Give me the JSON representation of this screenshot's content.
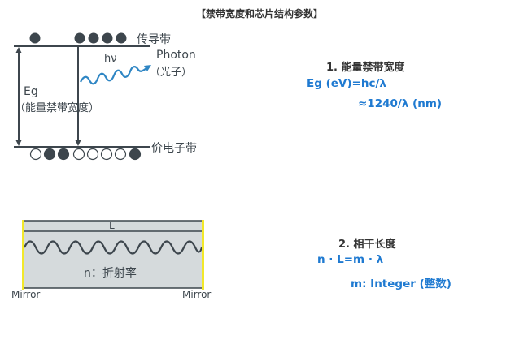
{
  "title": "【禁带宽度和芯片结构参数】",
  "bandgap_diagram": {
    "conduction_band_label": "传导带",
    "valence_band_label": "价电子带",
    "photon_energy_label": "hν",
    "photon_label": "Photon",
    "photon_cn_label": "（光子）",
    "eg_label": "Eg",
    "eg_cn_label": "（能量禁带宽度）",
    "conduction_electrons": [
      true,
      false,
      false,
      true,
      true,
      true,
      true
    ],
    "valence_holes": [
      false,
      true,
      true,
      false,
      false,
      false,
      false,
      false,
      true
    ]
  },
  "cavity_diagram": {
    "length_label": "L",
    "refractive_label": "n：折射率",
    "mirror_left_label": "Mirror",
    "mirror_right_label": "Mirror"
  },
  "section1": {
    "heading": "1. 能量禁带宽度",
    "formula1": "Eg (eV)=hc/λ",
    "formula2": "≈1240/λ (nm)"
  },
  "section2": {
    "heading": "2. 相干长度",
    "formula1": "n · L=m · λ",
    "formula2": "m: Integer (整数)"
  },
  "colors": {
    "dark": "#3d464d",
    "accent_blue": "#1f7ad1",
    "wave_blue": "#2f86c4",
    "mirror_yellow": "#f2e82a",
    "cavity_fill": "#d5dadc"
  }
}
